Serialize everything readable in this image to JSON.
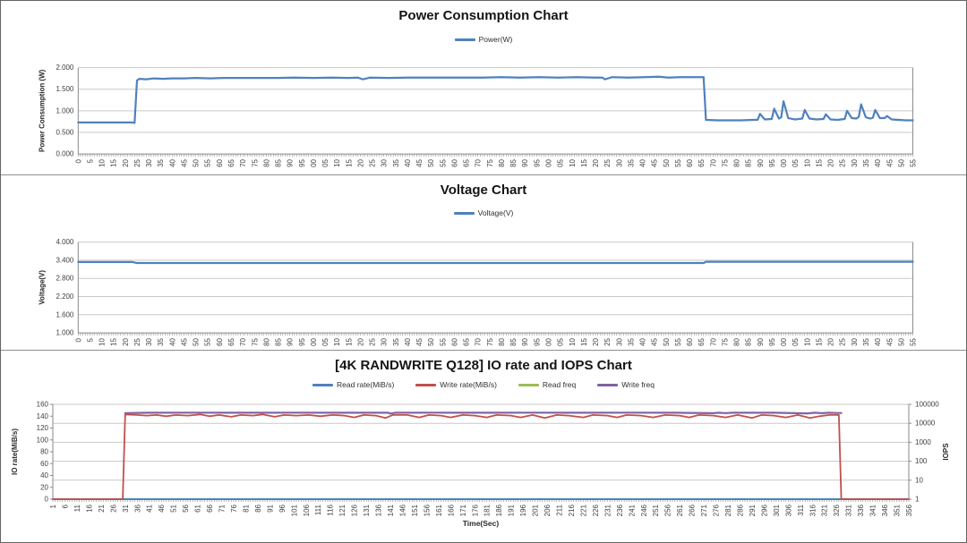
{
  "colors": {
    "blue": "#4F81BD",
    "red": "#C0504D",
    "green": "#9BBB59",
    "purple": "#8064A2",
    "grid": "#C9C9C9",
    "axis": "#8A8A8A",
    "tick_text": "#404040",
    "title_text": "#151515"
  },
  "chart_data": [
    {
      "type": "line",
      "title": "Power Consumption Chart",
      "ylabel": "Power Consumption (W)",
      "xlabel": "",
      "ylim": [
        0,
        2
      ],
      "xlim": [
        0,
        355
      ],
      "grid": "on",
      "legend_position": "top",
      "y_ticks": [
        "2.000",
        "1.500",
        "1.000",
        "0.500",
        "0.000"
      ],
      "x_tick_labels": [
        "0",
        "5",
        "10",
        "15",
        "20",
        "25",
        "30",
        "35",
        "40",
        "45",
        "50",
        "55",
        "60",
        "65",
        "70",
        "75",
        "80",
        "85",
        "90",
        "95",
        "00",
        "05",
        "10",
        "15",
        "20",
        "25",
        "30",
        "35",
        "40",
        "45",
        "50",
        "55",
        "60",
        "65",
        "70",
        "75",
        "80",
        "85",
        "90",
        "95",
        "00",
        "05",
        "10",
        "15",
        "20",
        "25",
        "30",
        "35",
        "40",
        "45",
        "50",
        "55",
        "60",
        "65",
        "70",
        "75",
        "80",
        "85",
        "90",
        "95",
        "00",
        "05",
        "10",
        "15",
        "20",
        "25",
        "30",
        "35",
        "40",
        "45",
        "50",
        "55"
      ],
      "series": [
        {
          "name": "Power(W)",
          "color": "#4F81BD",
          "axis": "left",
          "points": [
            [
              0,
              0.73
            ],
            [
              12,
              0.73
            ],
            [
              23,
              0.73
            ],
            [
              24,
              0.72
            ],
            [
              25,
              1.7
            ],
            [
              26,
              1.74
            ],
            [
              29,
              1.73
            ],
            [
              32,
              1.75
            ],
            [
              36,
              1.74
            ],
            [
              40,
              1.75
            ],
            [
              45,
              1.75
            ],
            [
              50,
              1.76
            ],
            [
              56,
              1.75
            ],
            [
              62,
              1.76
            ],
            [
              70,
              1.76
            ],
            [
              78,
              1.76
            ],
            [
              85,
              1.76
            ],
            [
              92,
              1.77
            ],
            [
              100,
              1.76
            ],
            [
              108,
              1.77
            ],
            [
              115,
              1.76
            ],
            [
              119,
              1.77
            ],
            [
              121,
              1.73
            ],
            [
              124,
              1.77
            ],
            [
              132,
              1.76
            ],
            [
              140,
              1.77
            ],
            [
              148,
              1.77
            ],
            [
              156,
              1.77
            ],
            [
              164,
              1.77
            ],
            [
              172,
              1.77
            ],
            [
              180,
              1.78
            ],
            [
              188,
              1.77
            ],
            [
              196,
              1.78
            ],
            [
              204,
              1.77
            ],
            [
              212,
              1.78
            ],
            [
              220,
              1.77
            ],
            [
              223,
              1.77
            ],
            [
              224,
              1.73
            ],
            [
              227,
              1.78
            ],
            [
              234,
              1.77
            ],
            [
              241,
              1.78
            ],
            [
              247,
              1.79
            ],
            [
              251,
              1.77
            ],
            [
              256,
              1.78
            ],
            [
              261,
              1.78
            ],
            [
              266,
              1.78
            ],
            [
              267,
              0.79
            ],
            [
              272,
              0.78
            ],
            [
              277,
              0.78
            ],
            [
              282,
              0.78
            ],
            [
              287,
              0.79
            ],
            [
              289,
              0.79
            ],
            [
              290,
              0.93
            ],
            [
              292,
              0.8
            ],
            [
              295,
              0.81
            ],
            [
              296,
              1.05
            ],
            [
              298,
              0.82
            ],
            [
              299,
              0.85
            ],
            [
              300,
              1.22
            ],
            [
              302,
              0.83
            ],
            [
              305,
              0.8
            ],
            [
              308,
              0.82
            ],
            [
              309,
              1.02
            ],
            [
              311,
              0.82
            ],
            [
              314,
              0.8
            ],
            [
              317,
              0.81
            ],
            [
              318,
              0.92
            ],
            [
              320,
              0.8
            ],
            [
              323,
              0.79
            ],
            [
              326,
              0.81
            ],
            [
              327,
              1.0
            ],
            [
              329,
              0.83
            ],
            [
              331,
              0.82
            ],
            [
              332,
              0.86
            ],
            [
              333,
              1.15
            ],
            [
              335,
              0.85
            ],
            [
              337,
              0.82
            ],
            [
              338,
              0.84
            ],
            [
              339,
              1.02
            ],
            [
              341,
              0.83
            ],
            [
              343,
              0.83
            ],
            [
              344,
              0.88
            ],
            [
              346,
              0.8
            ],
            [
              349,
              0.79
            ],
            [
              352,
              0.78
            ],
            [
              355,
              0.78
            ]
          ]
        }
      ]
    },
    {
      "type": "line",
      "title": "Voltage Chart",
      "ylabel": "Voltage(V)",
      "xlabel": "",
      "ylim": [
        1,
        4
      ],
      "xlim": [
        0,
        355
      ],
      "grid": "on",
      "legend_position": "top",
      "y_ticks": [
        "4.000",
        "3.400",
        "2.800",
        "2.200",
        "1.600",
        "1.000"
      ],
      "x_tick_labels": [
        "0",
        "5",
        "10",
        "15",
        "20",
        "25",
        "30",
        "35",
        "40",
        "45",
        "50",
        "55",
        "60",
        "65",
        "70",
        "75",
        "80",
        "85",
        "90",
        "95",
        "00",
        "05",
        "10",
        "15",
        "20",
        "25",
        "30",
        "35",
        "40",
        "45",
        "50",
        "55",
        "60",
        "65",
        "70",
        "75",
        "80",
        "85",
        "90",
        "95",
        "00",
        "05",
        "10",
        "15",
        "20",
        "25",
        "30",
        "35",
        "40",
        "45",
        "50",
        "55",
        "60",
        "65",
        "70",
        "75",
        "80",
        "85",
        "90",
        "95",
        "00",
        "05",
        "10",
        "15",
        "20",
        "25",
        "30",
        "35",
        "40",
        "45",
        "50",
        "55"
      ],
      "series": [
        {
          "name": "Voltage(V)",
          "color": "#4F81BD",
          "axis": "left",
          "points": [
            [
              0,
              3.34
            ],
            [
              23,
              3.34
            ],
            [
              25,
              3.31
            ],
            [
              80,
              3.31
            ],
            [
              160,
              3.31
            ],
            [
              240,
              3.31
            ],
            [
              266,
              3.31
            ],
            [
              267,
              3.35
            ],
            [
              320,
              3.35
            ],
            [
              355,
              3.35
            ]
          ]
        }
      ]
    },
    {
      "type": "line",
      "title": "[4K RANDWRITE Q128] IO rate and IOPS Chart",
      "ylabel": "IO rate(MiB/s)",
      "y2label": "IOPS",
      "xlabel": "Time(Sec)",
      "ylim": [
        0,
        160
      ],
      "y2lim": [
        1,
        100000
      ],
      "y2_scale": "log",
      "xlim": [
        1,
        356
      ],
      "grid": "on",
      "legend_position": "top",
      "y_ticks": [
        "160",
        "140",
        "120",
        "100",
        "80",
        "60",
        "40",
        "20",
        "0"
      ],
      "y2_ticks": [
        "100000",
        "10000",
        "1000",
        "100",
        "10",
        "1"
      ],
      "x_tick_labels": [
        "1",
        "6",
        "11",
        "16",
        "21",
        "26",
        "31",
        "36",
        "41",
        "46",
        "51",
        "56",
        "61",
        "66",
        "71",
        "76",
        "81",
        "86",
        "91",
        "96",
        "101",
        "106",
        "111",
        "116",
        "121",
        "126",
        "131",
        "136",
        "141",
        "146",
        "151",
        "156",
        "161",
        "166",
        "171",
        "176",
        "181",
        "186",
        "191",
        "196",
        "201",
        "206",
        "211",
        "216",
        "221",
        "226",
        "231",
        "236",
        "241",
        "246",
        "251",
        "256",
        "261",
        "266",
        "271",
        "276",
        "281",
        "286",
        "291",
        "296",
        "301",
        "306",
        "311",
        "316",
        "321",
        "326",
        "331",
        "336",
        "341",
        "346",
        "351",
        "356"
      ],
      "draw_order": [
        2,
        0,
        1,
        3
      ],
      "series": [
        {
          "name": "Read rate(MiB/s)",
          "color": "#4F81BD",
          "axis": "left",
          "points": [
            [
              1,
              0
            ],
            [
              356,
              0
            ]
          ]
        },
        {
          "name": "Write rate(MiB/s)",
          "color": "#C0504D",
          "axis": "left",
          "points": [
            [
              1,
              0
            ],
            [
              30,
              0
            ],
            [
              31,
              143
            ],
            [
              36,
              142
            ],
            [
              40,
              141
            ],
            [
              44,
              142
            ],
            [
              48,
              140
            ],
            [
              52,
              142
            ],
            [
              57,
              141
            ],
            [
              62,
              143
            ],
            [
              66,
              140
            ],
            [
              70,
              142
            ],
            [
              75,
              139
            ],
            [
              79,
              142
            ],
            [
              84,
              141
            ],
            [
              88,
              143
            ],
            [
              93,
              139
            ],
            [
              97,
              142
            ],
            [
              102,
              141
            ],
            [
              107,
              142
            ],
            [
              112,
              140
            ],
            [
              117,
              142
            ],
            [
              122,
              141
            ],
            [
              126,
              138
            ],
            [
              130,
              142
            ],
            [
              135,
              141
            ],
            [
              139,
              137
            ],
            [
              142,
              142
            ],
            [
              148,
              142
            ],
            [
              153,
              138
            ],
            [
              157,
              142
            ],
            [
              162,
              141
            ],
            [
              166,
              138
            ],
            [
              171,
              142
            ],
            [
              176,
              141
            ],
            [
              181,
              138
            ],
            [
              185,
              142
            ],
            [
              191,
              141
            ],
            [
              195,
              138
            ],
            [
              200,
              142
            ],
            [
              205,
              137
            ],
            [
              210,
              142
            ],
            [
              215,
              141
            ],
            [
              221,
              138
            ],
            [
              225,
              142
            ],
            [
              231,
              141
            ],
            [
              235,
              138
            ],
            [
              239,
              142
            ],
            [
              245,
              141
            ],
            [
              250,
              138
            ],
            [
              255,
              142
            ],
            [
              261,
              141
            ],
            [
              265,
              138
            ],
            [
              269,
              142
            ],
            [
              275,
              141
            ],
            [
              280,
              138
            ],
            [
              285,
              142
            ],
            [
              291,
              137
            ],
            [
              295,
              142
            ],
            [
              300,
              141
            ],
            [
              305,
              138
            ],
            [
              310,
              142
            ],
            [
              315,
              137
            ],
            [
              319,
              140
            ],
            [
              323,
              142
            ],
            [
              327,
              142
            ],
            [
              328,
              0
            ],
            [
              334,
              0
            ],
            [
              340,
              0
            ],
            [
              348,
              0
            ],
            [
              356,
              0
            ]
          ]
        },
        {
          "name": "Read freq",
          "color": "#9BBB59",
          "axis": "right",
          "points": [
            [
              1,
              1
            ],
            [
              356,
              1
            ]
          ]
        },
        {
          "name": "Write freq",
          "color": "#8064A2",
          "axis": "right",
          "points": [
            [
              31,
              34000
            ],
            [
              40,
              36000
            ],
            [
              60,
              36500
            ],
            [
              80,
              36000
            ],
            [
              100,
              36500
            ],
            [
              120,
              36000
            ],
            [
              140,
              36500
            ],
            [
              141,
              32500
            ],
            [
              143,
              36000
            ],
            [
              160,
              36500
            ],
            [
              180,
              36000
            ],
            [
              200,
              36500
            ],
            [
              220,
              36000
            ],
            [
              240,
              36500
            ],
            [
              260,
              36000
            ],
            [
              275,
              34000
            ],
            [
              277,
              36000
            ],
            [
              280,
              34500
            ],
            [
              283,
              36000
            ],
            [
              300,
              36000
            ],
            [
              314,
              33500
            ],
            [
              317,
              36000
            ],
            [
              320,
              34000
            ],
            [
              323,
              36000
            ],
            [
              326,
              35000
            ],
            [
              328,
              35000
            ]
          ]
        }
      ]
    }
  ]
}
